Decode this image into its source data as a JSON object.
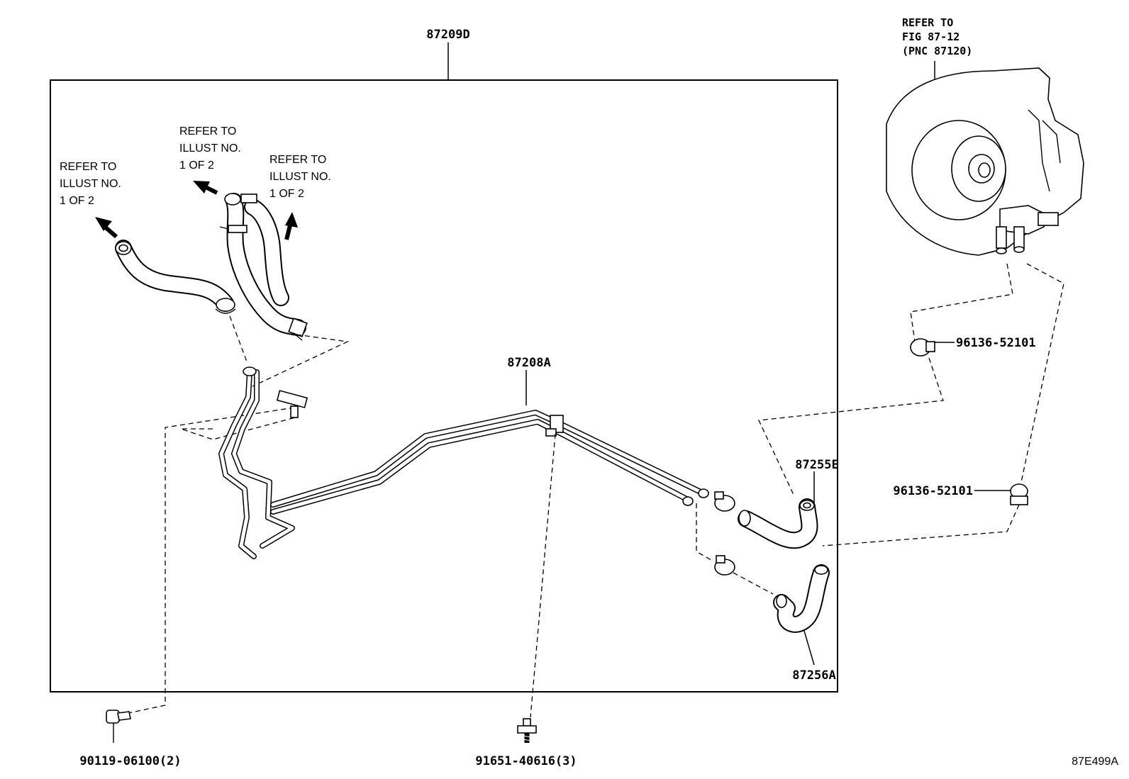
{
  "labels": {
    "assembly": "87209D",
    "pipe": "87208A",
    "hose_upper": "87255E",
    "hose_lower": "87256A",
    "clip_upper": "96136-52101",
    "clip_lower": "96136-52101",
    "bolt_left": "90119-06100(2)",
    "bolt_center": "91651-40616(3)",
    "illustration_code": "87E499A"
  },
  "refer_blocks": {
    "left": [
      "REFER TO",
      "ILLUST NO.",
      "1 OF 2"
    ],
    "middle": [
      "REFER TO",
      "ILLUST NO.",
      "1 OF 2"
    ],
    "right": [
      "REFER TO",
      "ILLUST NO.",
      "1 OF 2"
    ],
    "heater_unit": [
      "REFER TO",
      "FIG 87-12",
      "(PNC 87120)"
    ]
  }
}
